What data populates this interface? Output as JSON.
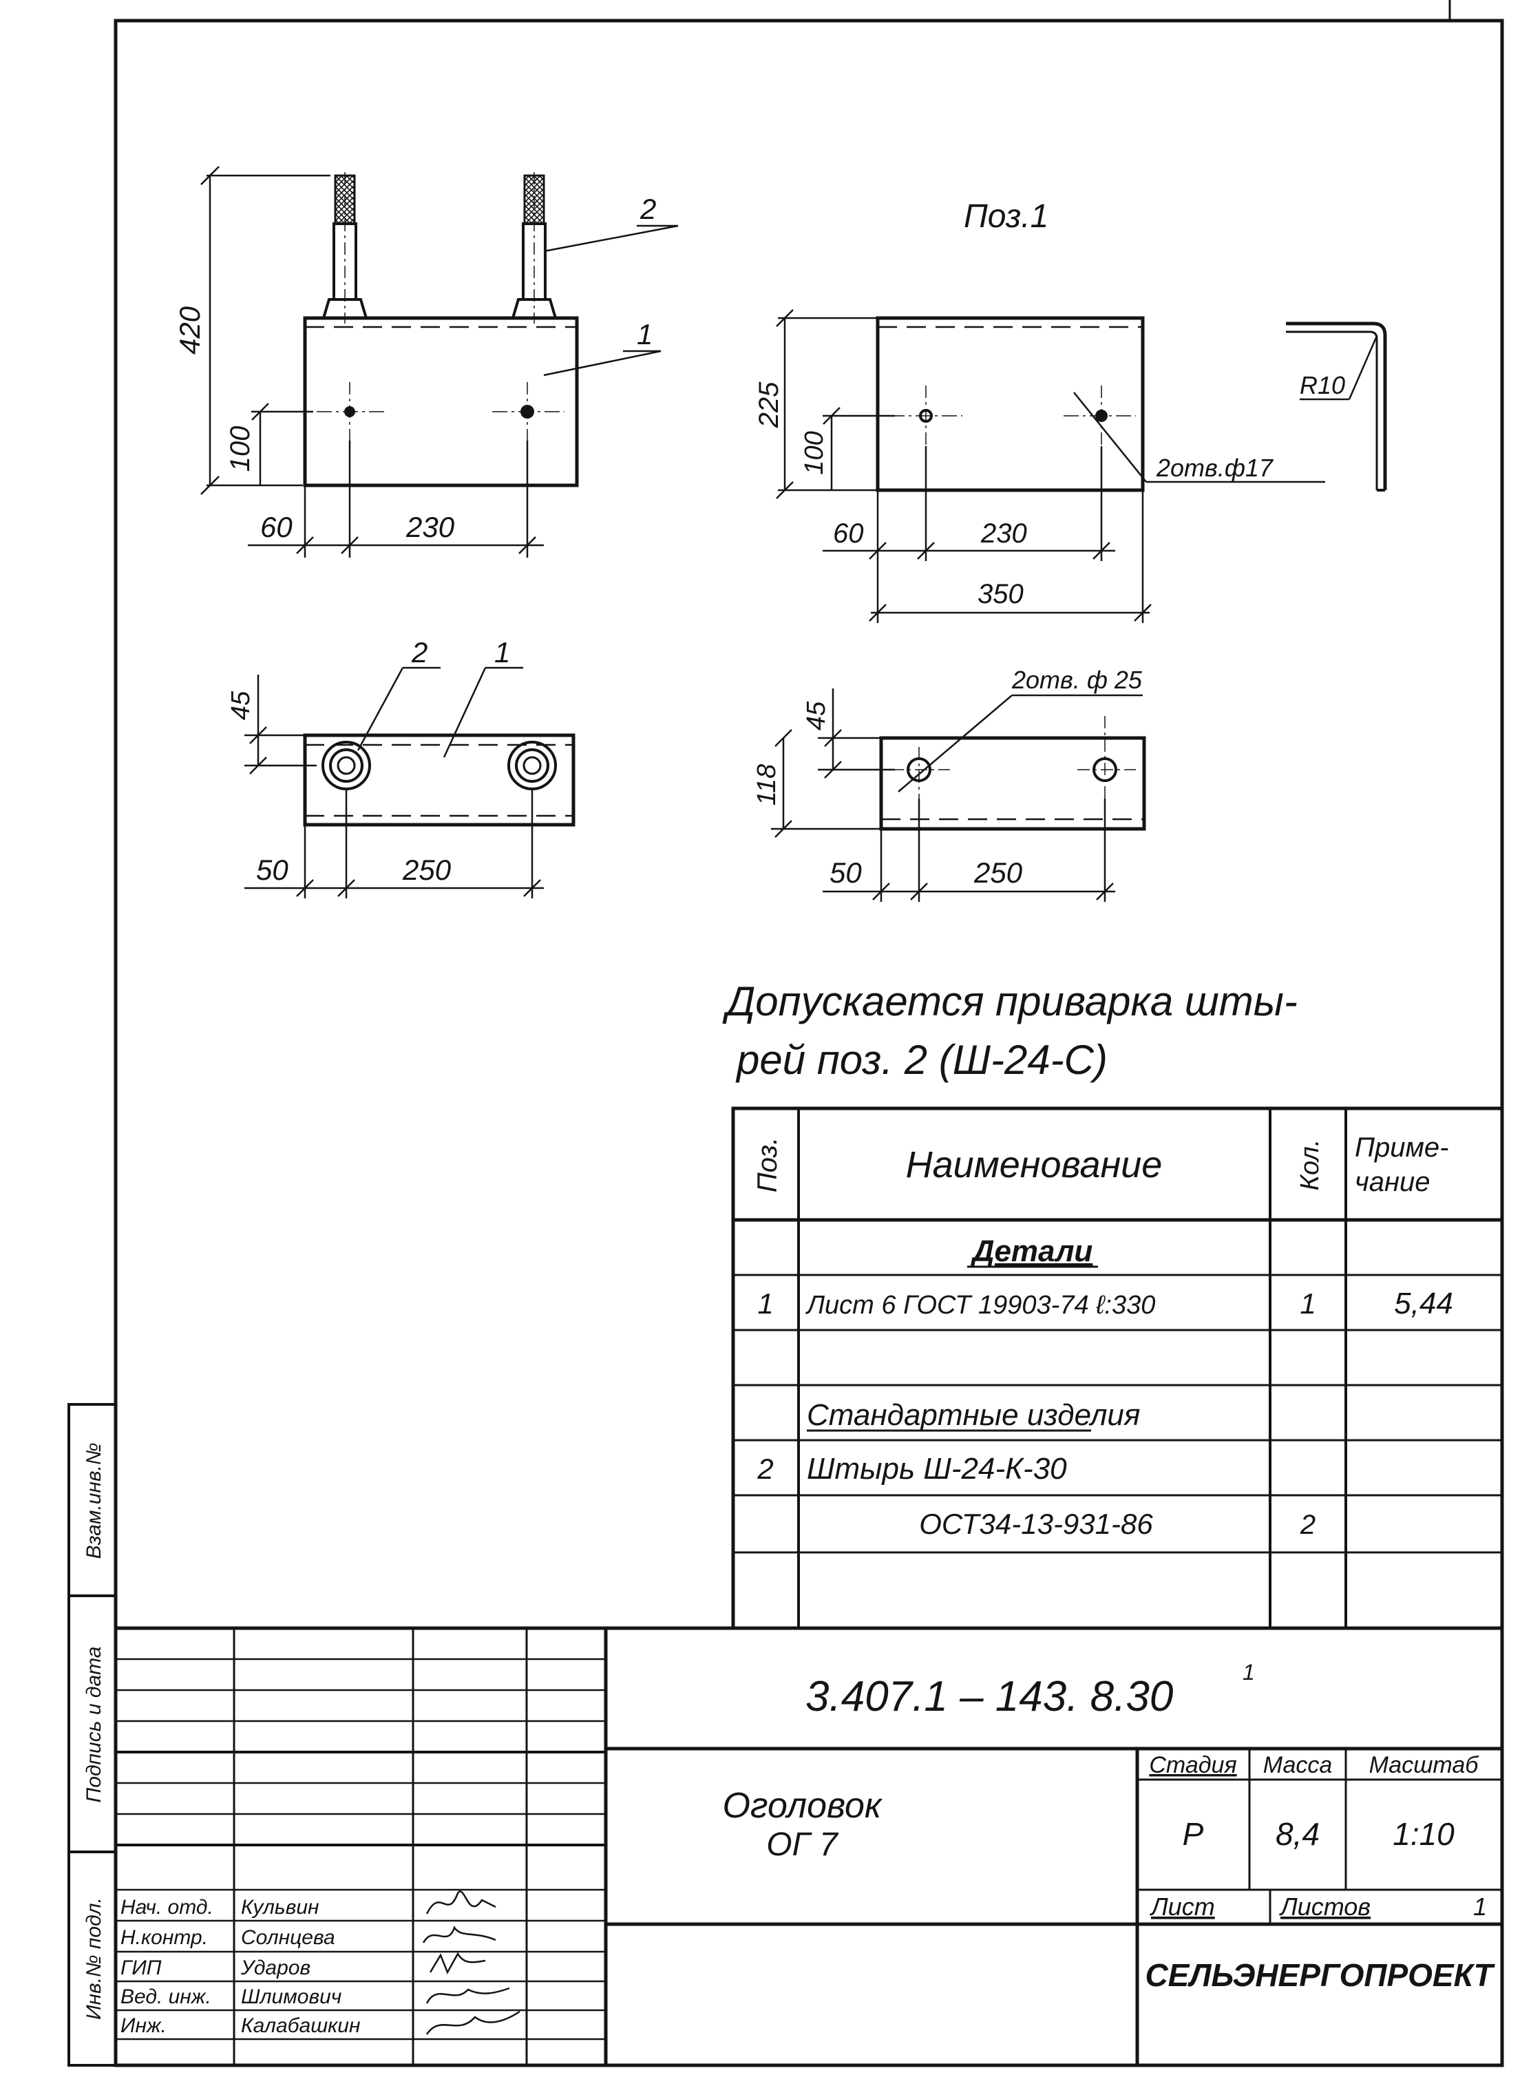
{
  "views": {
    "assembly_front": {
      "callout_pin": "2",
      "callout_plate": "1",
      "dim_height_total": "420",
      "dim_hole_height": "100",
      "dim_edge": "60",
      "dim_spacing": "230"
    },
    "assembly_plan": {
      "callout_pin": "2",
      "callout_plate": "1",
      "dim_hole_offset": "45",
      "dim_edge": "50",
      "dim_spacing": "250"
    },
    "part_front": {
      "title": "Поз.1",
      "dim_height": "225",
      "dim_hole_height": "100",
      "dim_edge": "60",
      "dim_spacing": "230",
      "dim_length": "350",
      "hole_note": "2отв.ф17",
      "radius_note": "R10"
    },
    "part_plan": {
      "hole_note": "2отв. ф 25",
      "dim_hole_offset": "45",
      "dim_width": "118",
      "dim_edge": "50",
      "dim_spacing": "250"
    }
  },
  "note": {
    "line1": "Допускается приварка шты-",
    "line2": "рей поз. 2 (Ш-24-С)"
  },
  "spec_table": {
    "headers": {
      "pos": "Поз.",
      "name": "Наименование",
      "qty": "Кол.",
      "note_l1": "Приме-",
      "note_l2": "чание"
    },
    "section_details": "Детали",
    "row1": {
      "pos": "1",
      "name": "Лист 6 ГОСТ 19903-74 ℓ:330",
      "qty": "1",
      "note": "5,44"
    },
    "section_standard": "Стандартные изделия",
    "row2": {
      "pos": "2",
      "name": "Штырь Ш-24-К-30"
    },
    "row3": {
      "name": "ОСТ34-13-931-86",
      "qty": "2"
    }
  },
  "title_block": {
    "doc_number": "3.407.1 – 143. 8.30",
    "doc_number_sup": "1",
    "part_name_l1": "Оголовок",
    "part_name_l2": "ОГ 7",
    "stage_label": "Стадия",
    "mass_label": "Масса",
    "scale_label": "Масштаб",
    "stage": "Р",
    "mass": "8,4",
    "scale": "1:10",
    "sheet_label": "Лист",
    "sheets_label": "Листов",
    "sheets_total": "1",
    "company": "СЕЛЬЭНЕРГОПРОЕКТ",
    "staff": [
      {
        "role": "Нач. отд.",
        "name": "Кульвин"
      },
      {
        "role": "Н.контр.",
        "name": "Солнцева"
      },
      {
        "role": "ГИП",
        "name": "Ударов"
      },
      {
        "role": "Вед. инж.",
        "name": "Шлимович"
      },
      {
        "role": "Инж.",
        "name": "Калабашкин"
      }
    ]
  },
  "side_margin": {
    "inv_podl": "Инв.№ подл.",
    "podp_data": "Подпись и дата",
    "vzam_inv": "Взам.инв.№"
  }
}
